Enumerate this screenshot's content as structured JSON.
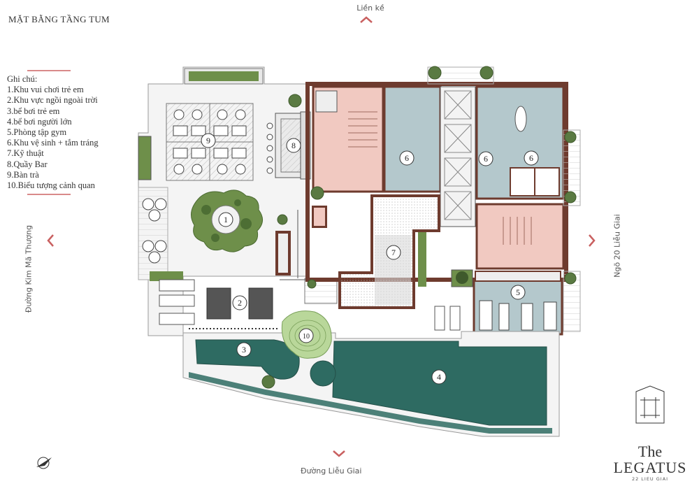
{
  "title": "MẶT BẰNG TẦNG TUM",
  "roads": {
    "top": "Liền kề",
    "bottom": "Đường Liễu Giai",
    "left": "Đường Kim Mã Thượng",
    "right": "Ngõ 20 Liễu Giai"
  },
  "legend": {
    "heading": "Ghi chú:",
    "items": [
      "1.Khu vui chơi trẻ em",
      "2.Khu vực ngồi ngoài trời",
      "3.bể bơi trẻ em",
      "4.bể bơi người lớn",
      "5.Phòng tập gym",
      "6.Khu vệ sinh + tắm tráng",
      "7.Kỹ thuật",
      "8.Quầy Bar",
      "9.Bàn trà",
      "10.Biểu tượng cảnh quan"
    ]
  },
  "markers": [
    "1",
    "2",
    "3",
    "4",
    "5",
    "6",
    "6",
    "6",
    "7",
    "8",
    "9",
    "10"
  ],
  "logo": {
    "line1": "The",
    "line2": "LEGATUS",
    "line3": "22 LIEU GIAI"
  },
  "colors": {
    "wall": "#6e3b2e",
    "pink_room": "#f1c9c1",
    "wc_blue": "#b4c8cc",
    "pool": "#2e6b62",
    "grass": "#6e8f4a",
    "arrow": "#c96060"
  },
  "icons": [
    "chevron-up-icon",
    "chevron-down-icon",
    "chevron-left-icon",
    "chevron-right-icon",
    "compass-icon"
  ]
}
